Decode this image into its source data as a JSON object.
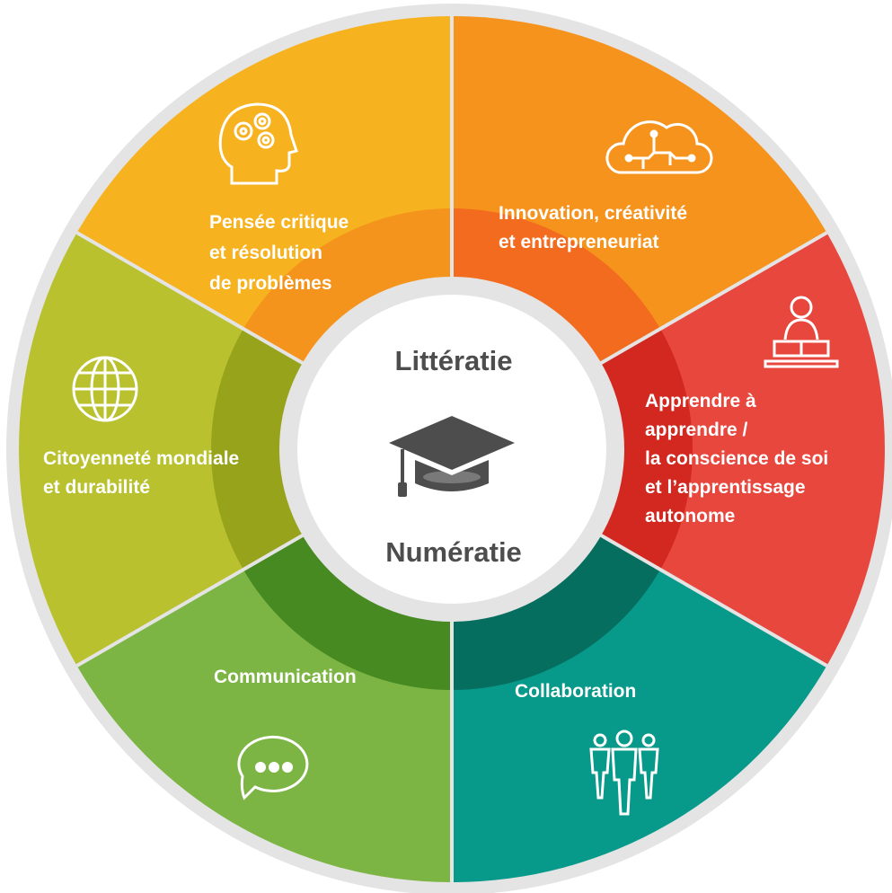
{
  "center": {
    "top_label": "Littératie",
    "bottom_label": "Numératie",
    "icon": "graduation-cap-icon"
  },
  "segments": [
    {
      "id": "innovation",
      "lines": [
        "Innovation, créativité",
        "et entrepreneuriat"
      ],
      "icon": "cloud-circuit-icon",
      "colors": {
        "outer": "#F6931D",
        "inner": "#F26B1E"
      }
    },
    {
      "id": "apprendre",
      "lines": [
        "Apprendre à",
        "apprendre /",
        "la conscience de soi",
        "et l’apprentissage",
        "autonome"
      ],
      "icon": "person-reading-book-icon",
      "colors": {
        "outer": "#E8473E",
        "inner": "#D2281F"
      }
    },
    {
      "id": "collaboration",
      "lines": [
        "Collaboration"
      ],
      "icon": "group-of-people-icon",
      "colors": {
        "outer": "#07998A",
        "inner": "#066E5F"
      }
    },
    {
      "id": "communication",
      "lines": [
        "Communication"
      ],
      "icon": "speech-bubble-icon",
      "colors": {
        "outer": "#7CB544",
        "inner": "#478A22"
      }
    },
    {
      "id": "citoyennete",
      "lines": [
        "Citoyenneté mondiale",
        "et durabilité"
      ],
      "icon": "globe-icon",
      "colors": {
        "outer": "#B9C12F",
        "inner": "#97A41B"
      }
    },
    {
      "id": "pensee",
      "lines": [
        "Pensée critique",
        "et résolution",
        "de problèmes"
      ],
      "icon": "head-gears-icon",
      "colors": {
        "outer": "#F6B21F",
        "inner": "#F5941C"
      }
    }
  ]
}
